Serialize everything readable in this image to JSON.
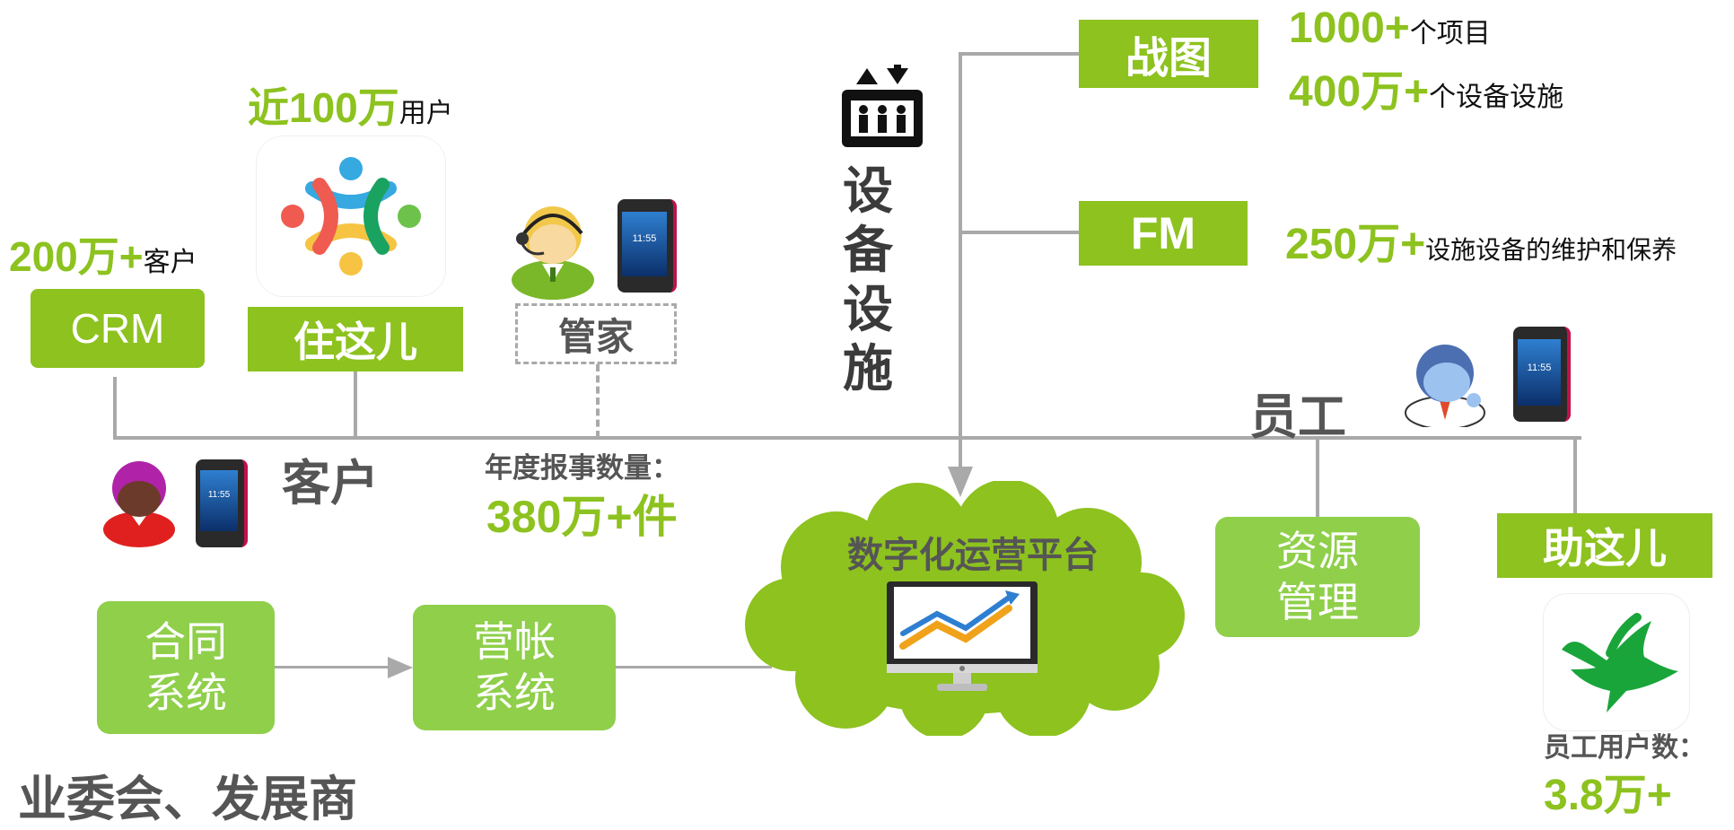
{
  "customer": {
    "crm_stat_num": "200万+",
    "crm_stat_unit": "客户",
    "crm_label": "CRM",
    "app_stat_num": "近100万",
    "app_stat_unit": "用户",
    "app_label": "住这儿",
    "butler_label": "管家",
    "section_label": "客户",
    "reports_label": "年度报事数量：",
    "reports_value": "380万+件"
  },
  "facilities": {
    "vertical_label": [
      "设",
      "备",
      "设",
      "施"
    ],
    "map_label": "战图",
    "map_stat1_num": "1000+",
    "map_stat1_unit": "个项目",
    "map_stat2_num": "400万+",
    "map_stat2_unit": "个设备设施",
    "fm_label": "FM",
    "fm_stat_num": "250万+",
    "fm_stat_unit": "设施设备的维护和保养"
  },
  "staff": {
    "section_label": "员工",
    "resource_label_1": "资源",
    "resource_label_2": "管理",
    "helper_label": "助这儿",
    "users_label": "员工用户数：",
    "users_value": "3.8万+"
  },
  "platform": {
    "title": "数字化运营平台"
  },
  "owners": {
    "contract_label_1": "合同",
    "contract_label_2": "系统",
    "billing_label_1": "营帐",
    "billing_label_2": "系统",
    "section_label": "业委会、发展商"
  },
  "phone": {
    "time": "11:55"
  },
  "colors": {
    "accent_green": "#8dc21f",
    "soft_green": "#8fcf4a",
    "connector_gray": "#a9a9a9",
    "cloud_green": "#8dc21f"
  }
}
